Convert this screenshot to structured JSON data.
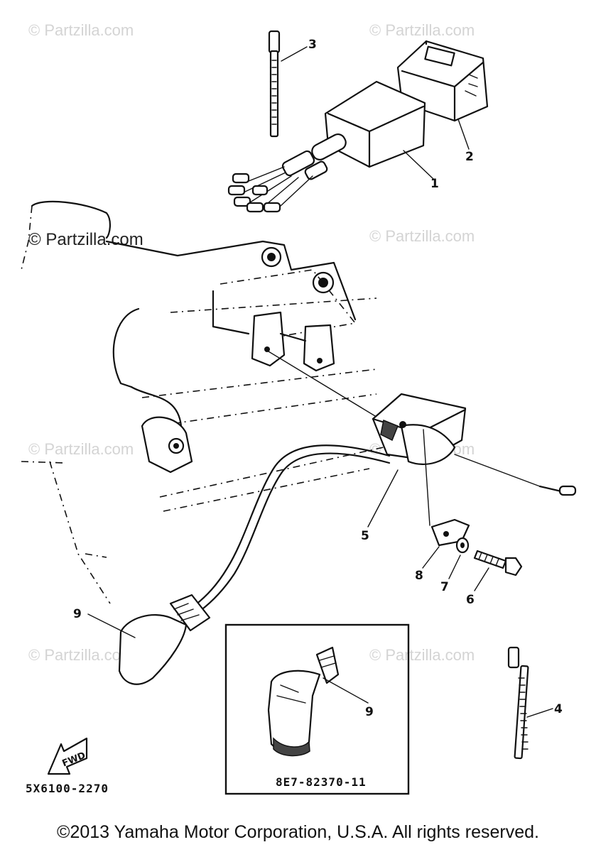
{
  "watermarks": {
    "faint": "© Partzilla.com",
    "dark": "© Partzilla.com"
  },
  "callouts": {
    "c1": "1",
    "c2": "2",
    "c3": "3",
    "c4": "4",
    "c5": "5",
    "c6": "6",
    "c7": "7",
    "c8": "8",
    "c9_main": "9",
    "c9_inset": "9"
  },
  "fwd_label": "FWD",
  "diagram_code": "5X6100-2270",
  "inset_part_number": "8E7-82370-11",
  "copyright": "©2013  Yamaha Motor Corporation, U.S.A. All rights reserved.",
  "colors": {
    "ink": "#111111",
    "watermark": "#d4d4d4",
    "background": "#ffffff"
  }
}
